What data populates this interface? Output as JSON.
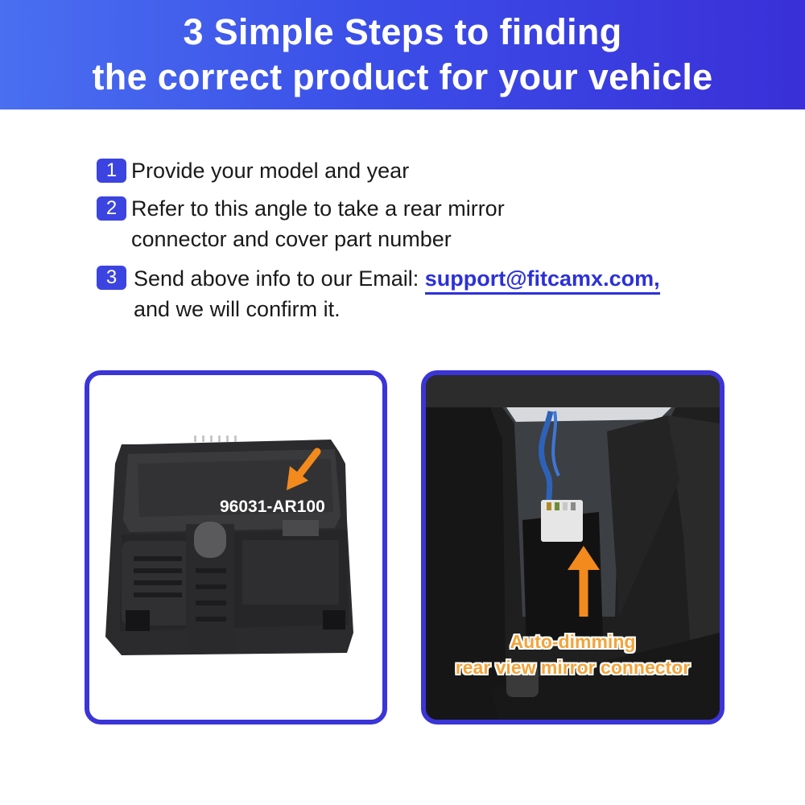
{
  "banner": {
    "line1": "3 Simple Steps to finding",
    "line2": "the correct product for your vehicle"
  },
  "steps": [
    {
      "number": "1",
      "line1": "Provide your model and year"
    },
    {
      "number": "2",
      "line1": "Refer to this angle to take a rear mirror",
      "line2": "connector and cover part number"
    },
    {
      "number": "3",
      "line1_prefix": "Send above info to our Email: ",
      "email": "support@fitcamx.com,",
      "line2": "and we will confirm it."
    }
  ],
  "images": {
    "cover_part_number": "96031-AR100",
    "connector_label_line1": "Auto-dimming",
    "connector_label_line2": "rear view mirror connector"
  },
  "colors": {
    "banner_start": "#4a6ff0",
    "banner_end": "#3a2fd8",
    "badge": "#3b44e0",
    "frame_border": "#3b34d6",
    "email": "#2c31d8",
    "arrow": "#f28a1e",
    "connector_label": "#f2a43a"
  }
}
